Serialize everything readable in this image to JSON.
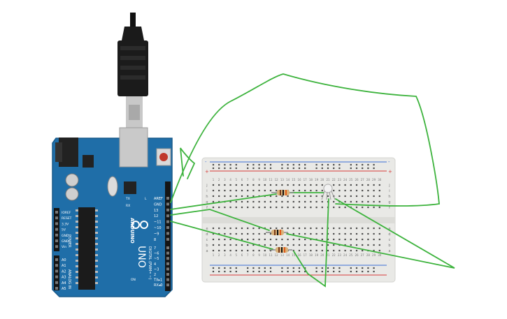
{
  "board": {
    "name": "UNO",
    "brand": "ARDUINO",
    "header_top": [
      "AREF",
      "GND",
      "13",
      "12",
      "~11",
      "~10",
      "~9",
      "8"
    ],
    "header_bottom": [
      "7",
      "~6",
      "~5",
      "4",
      "~3",
      "2",
      "TX▸1",
      "RX◂0"
    ],
    "digital_label": "DIGITAL (PWM= ~)",
    "power_pins": [
      "IOREF",
      "RESET",
      "3.3V",
      "5V",
      "GND",
      "GND",
      "Vin"
    ],
    "power_label": "POWER",
    "analog_pins": [
      "A0",
      "A1",
      "A2",
      "A3",
      "A4",
      "A5"
    ],
    "analog_label": "ANALOG IN",
    "led_labels": [
      "L",
      "TX",
      "RX",
      "ON"
    ]
  },
  "breadboard": {
    "column_numbers": [
      "1",
      "2",
      "3",
      "4",
      "5",
      "6",
      "7",
      "8",
      "9",
      "10",
      "11",
      "12",
      "13",
      "14",
      "15",
      "16",
      "17",
      "18",
      "19",
      "20",
      "21",
      "22",
      "23",
      "24",
      "25",
      "26",
      "27",
      "28",
      "29",
      "30"
    ],
    "row_letters_top": [
      "j",
      "i",
      "h",
      "g",
      "f"
    ],
    "row_letters_bottom": [
      "e",
      "d",
      "c",
      "b",
      "a"
    ],
    "rail_plus": "+",
    "rail_minus": "-"
  },
  "colors": {
    "board": "#1f6ea8",
    "wire": "#3db33d",
    "breadboard": "#e9e9e6",
    "rail_red": "#d63a3a",
    "rail_blue": "#3a6fd6"
  }
}
